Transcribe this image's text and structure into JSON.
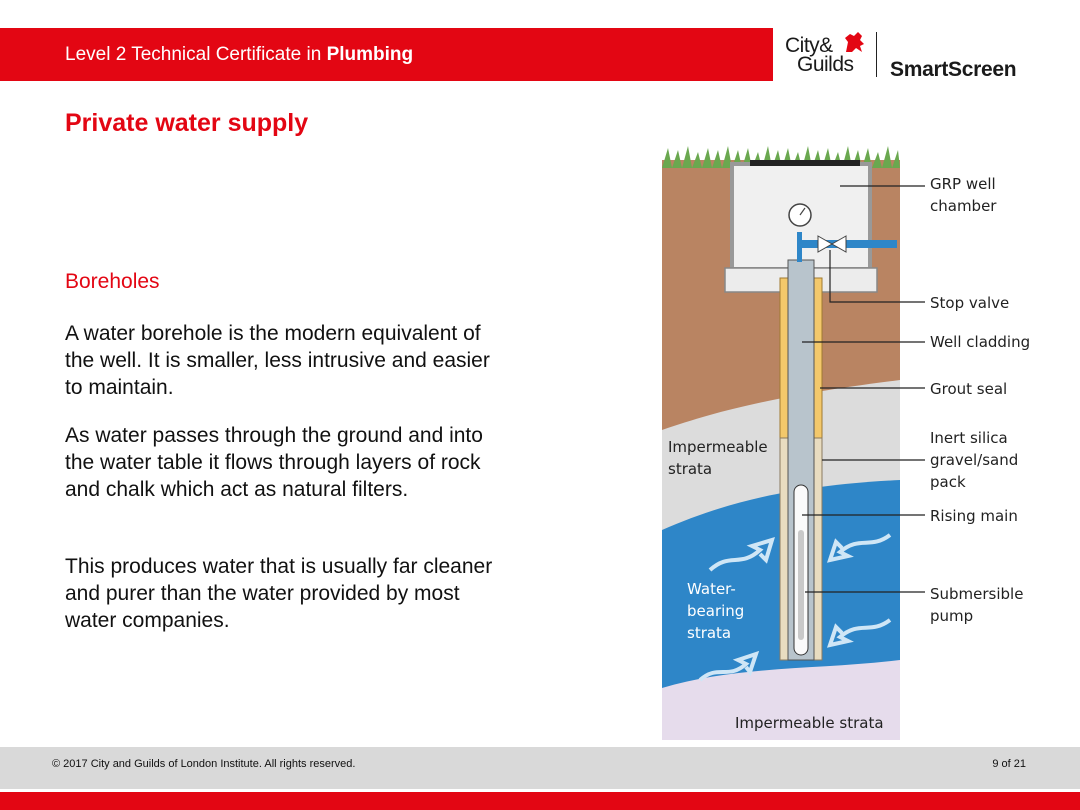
{
  "header": {
    "title_prefix": "Level 2 Technical Certificate in",
    "title_bold": "Plumbing",
    "logo_city": "City&",
    "logo_guilds": "Guilds",
    "logo_smart": "SmartScreen"
  },
  "slide": {
    "title": "Private water supply",
    "subheading": "Boreholes",
    "paragraphs": [
      "A water borehole is the modern equivalent of the well. It is smaller, less intrusive and easier to maintain.",
      "As water passes through the ground and into the water table it flows through layers of rock and chalk which act as natural filters.",
      "This produces water that is usually far cleaner and purer than the water provided by most water companies."
    ]
  },
  "diagram": {
    "labels": {
      "grp_chamber_1": "GRP well",
      "grp_chamber_2": "chamber",
      "stop_valve": "Stop valve",
      "well_cladding": "Well cladding",
      "grout_seal": "Grout seal",
      "silica_1": "Inert silica",
      "silica_2": "gravel/sand",
      "silica_3": "pack",
      "rising_main": "Rising main",
      "pump_1": "Submersible",
      "pump_2": "pump",
      "imperm_1": "Impermeable",
      "imperm_2": "strata",
      "water_1": "Water-",
      "water_2": "bearing",
      "water_3": "strata",
      "imperm_bottom": "Impermeable strata"
    },
    "colors": {
      "soil": "#b98462",
      "clay": "#dcdcdc",
      "water": "#2e86c8",
      "bottom": "#e6dcec",
      "grass": "#6aa84f",
      "grout": "#f3c86b"
    }
  },
  "footer": {
    "copyright": "© 2017 City and Guilds of London Institute. All rights reserved.",
    "page": "9 of 21"
  },
  "brand": {
    "red": "#e30613"
  }
}
